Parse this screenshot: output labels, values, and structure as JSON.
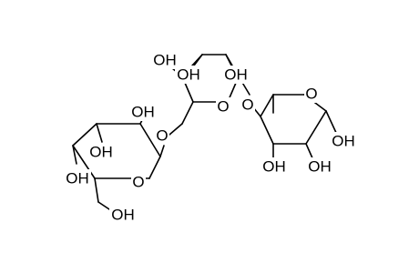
{
  "structure": {
    "colors": {
      "bond": "#000000",
      "label": "#000000",
      "background": "#ffffff"
    },
    "labels": {
      "ring_top_oh1": "OH",
      "ring_top_oh2": "OH",
      "ring_top_oh3": "OH",
      "ring_top_o": "O",
      "glyco_o_mid": "O",
      "ring_right_o": "O",
      "ring_right_oh_anomeric": "OH",
      "ring_right_oh_c3": "OH",
      "ring_right_oh_c2": "OH",
      "glyco_o_left": "O",
      "ring_left_oh_c2": "OH",
      "ring_left_oh_c3": "OH",
      "ring_left_oh_c4": "OH",
      "ring_left_o": "O",
      "ring_left_ch2oh": "OH"
    }
  }
}
